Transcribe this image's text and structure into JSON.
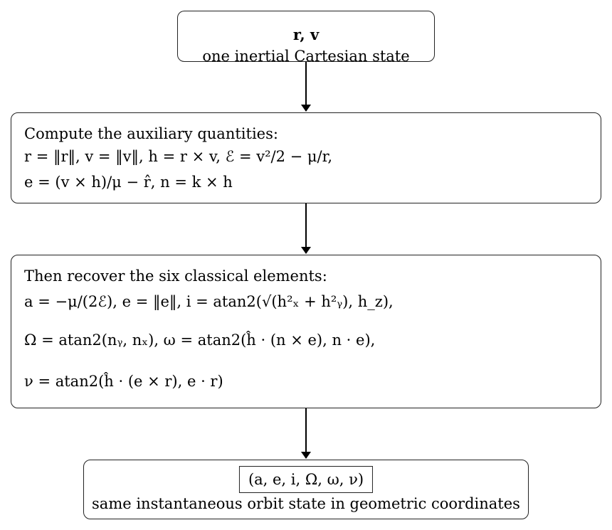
{
  "input_box": {
    "title": "r, v",
    "subtitle": "one inertial Cartesian state"
  },
  "aux_box": {
    "heading": "Compute the auxiliary quantities:",
    "line1": "r = ‖r‖, v = ‖v‖,     h = r × v,     ℰ = v²/2 − μ/r,",
    "line2": "e = (v × h)/μ − r̂,     n = k × h"
  },
  "elements_box": {
    "heading": "Then recover the six classical elements:",
    "line1": "a = −μ/(2ℰ),        e = ‖e‖,        i = atan2(√(h²ₓ + h²ᵧ), h_z),",
    "line2": "Ω = atan2(nᵧ, nₓ),        ω = atan2(ĥ · (n × e), n · e),",
    "line3": "ν = atan2(ĥ · (e × r), e · r)"
  },
  "output_box": {
    "tuple": "(a, e, i, Ω, ω, ν)",
    "subtitle": "same instantaneous orbit state in geometric coordinates"
  }
}
